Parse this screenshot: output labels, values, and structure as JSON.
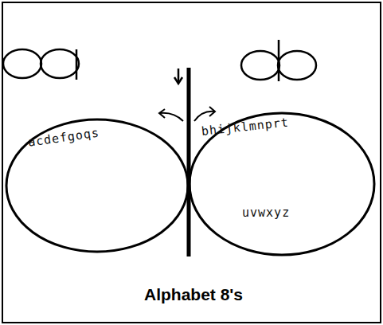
{
  "diagram": {
    "caption": "Alphabet 8's",
    "nodes": [
      {
        "text": [
          "acdefgoqs"
        ]
      },
      {
        "text": [
          "bhijklmnprt",
          "uvwxyz"
        ]
      }
    ]
  }
}
